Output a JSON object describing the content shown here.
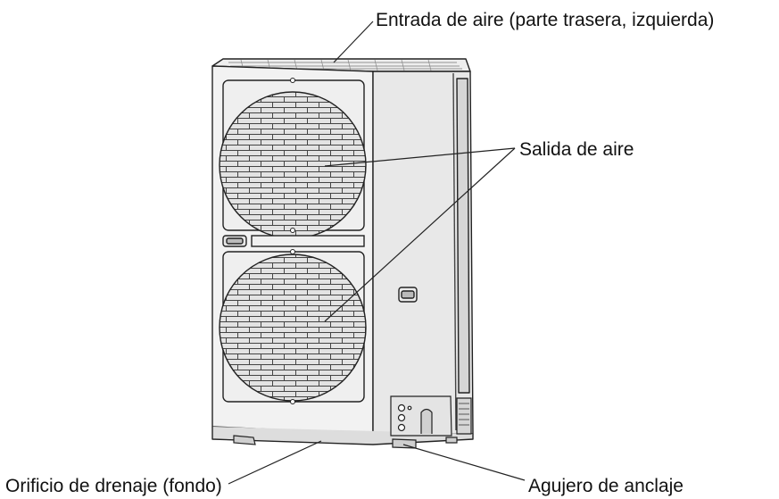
{
  "figure": {
    "subject": "outdoor-unit",
    "callouts": {
      "air_inlet": "Entrada de aire (parte trasera, izquierda)",
      "air_outlet": "Salida de aire",
      "drain_hole": "Orificio de drenaje (fondo)",
      "anchor_hole": "Agujero de anclaje"
    }
  }
}
